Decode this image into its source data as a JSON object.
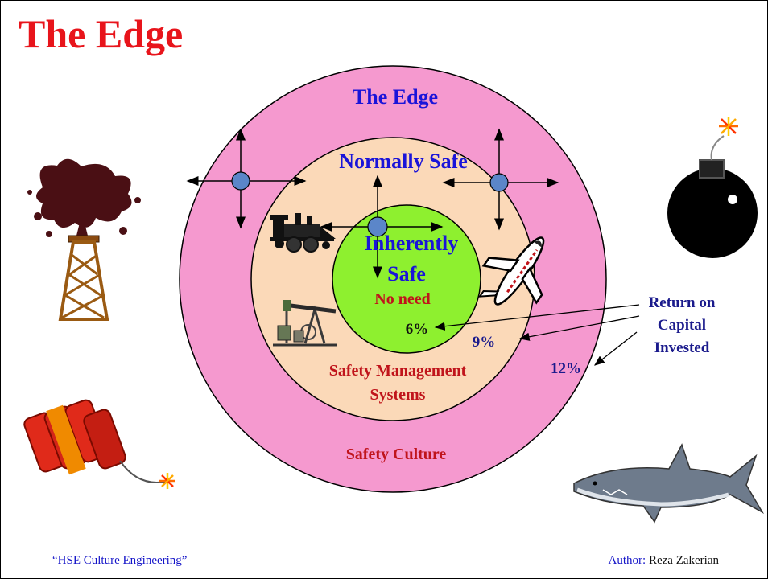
{
  "title": "The Edge",
  "rings": {
    "outer_top_label": "The Edge",
    "outer_bottom_label": "Safety Culture",
    "middle_label": "Normally Safe",
    "middle_bottom_label_line1": "Safety Management",
    "middle_bottom_label_line2": "Systems",
    "inner_label_line1": "Inherently",
    "inner_label_line2": "Safe",
    "inner_sub_label": "No need"
  },
  "returns": {
    "inner": "6%",
    "middle": "9%",
    "outer": "12%"
  },
  "return_label": {
    "line1": "Return on",
    "line2": "Capital",
    "line3": "Invested"
  },
  "colors": {
    "title": "#e8141b",
    "outer_ring": "#f599cf",
    "middle_ring": "#fbd9b8",
    "inner_ring": "#8ef02f",
    "ring_label_blue": "#1a14d9",
    "ring_label_red": "#c0141b",
    "return_blue": "#1a1a8c",
    "node_blue": "#5b86c9"
  },
  "icons": [
    "oil-well-gusher-icon",
    "bomb-icon",
    "dynamite-icon",
    "shark-icon",
    "steam-train-icon",
    "airplane-icon",
    "oil-pump-jack-icon"
  ],
  "footer": {
    "left": "“HSE Culture Engineering”",
    "author_key": "Author:",
    "author_name": "Reza Zakerian"
  }
}
